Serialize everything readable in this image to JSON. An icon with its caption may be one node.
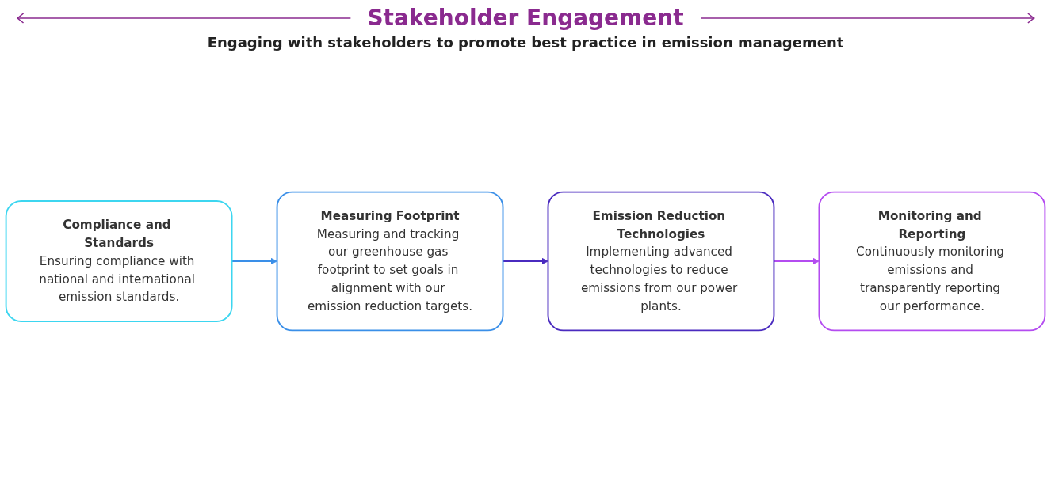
{
  "diagram": {
    "title": "Stakeholder Engagement",
    "caption": "Engaging with stakeholders to promote best practice in emission management",
    "nodes": [
      {
        "text": [
          "Compliance and Standards",
          "Ensuring compliance with national and international emission standards."
        ]
      },
      {
        "text": [
          "Measuring Footprint",
          "Measuring and tracking our greenhouse gas footprint to set goals in alignment with our emission reduction targets."
        ]
      },
      {
        "text": [
          "Emission Reduction Technologies",
          "Implementing advanced technologies to reduce emissions from our power plants."
        ]
      },
      {
        "text": [
          "Monitoring and Reporting",
          "Continuously monitoring emissions and transparently reporting our performance."
        ]
      }
    ],
    "edges": [
      {
        "from": 0,
        "to": 1,
        "arrow": "to",
        "color": "#3a8fe8"
      },
      {
        "from": 1,
        "to": 2,
        "arrow": "to",
        "color": "#4a2bbf"
      },
      {
        "from": 2,
        "to": 3,
        "arrow": "to",
        "color": "#b44cf0"
      }
    ]
  }
}
